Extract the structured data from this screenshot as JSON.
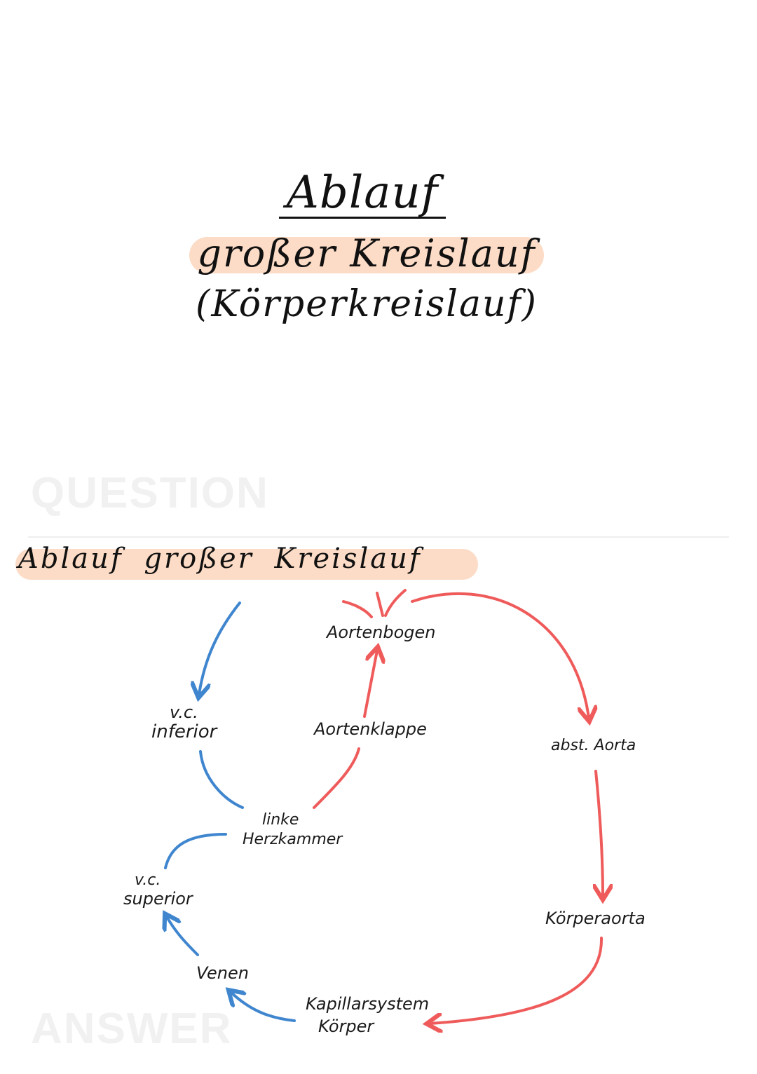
{
  "front": {
    "title": "Ablauf",
    "subtitle_line1": "großer Kreislauf",
    "subtitle_line2": "(Körperkreislauf)",
    "highlight_color": "#fcdcc6"
  },
  "watermarks": {
    "question": "QUESTION",
    "answer": "ANSWER"
  },
  "question": {
    "title": "Ablauf großer Kreislauf"
  },
  "diagram": {
    "colors": {
      "oxygen_rich": "#ef5b5b",
      "oxygen_poor": "#3f86cf"
    },
    "nodes": {
      "aortenbogen": "Aortenbogen",
      "vc_inferior_1": "v.c.",
      "vc_inferior_2": "inferior",
      "aortenklappe": "Aortenklappe",
      "abst_aorta": "abst. Aorta",
      "linke_1": "linke",
      "linke_2": "Herzkammer",
      "vc_superior_1": "v.c.",
      "vc_superior_2": "superior",
      "koerperaorta": "Körperaorta",
      "venen": "Venen",
      "kapillar_1": "Kapillarsystem",
      "kapillar_2": "Körper"
    }
  }
}
